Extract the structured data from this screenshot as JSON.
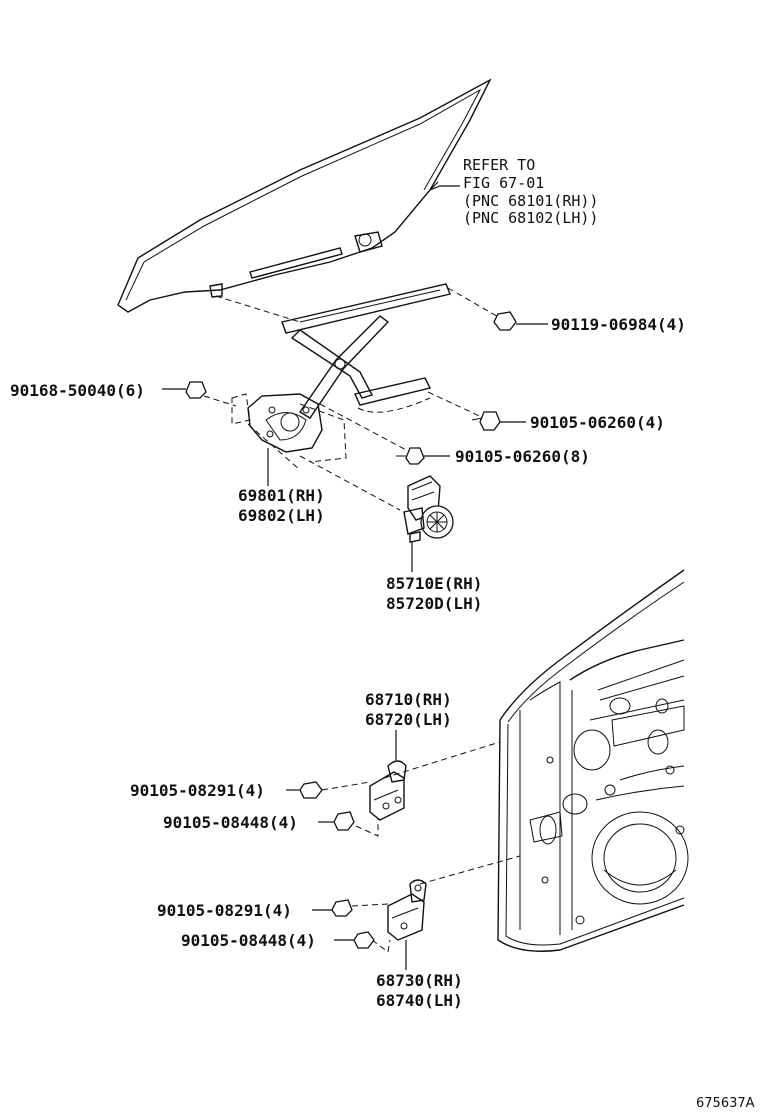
{
  "refer": {
    "line1": "REFER TO",
    "line2": "FIG 67-01",
    "line3": "(PNC 68101(RH))",
    "line4": "(PNC 68102(LH))"
  },
  "parts": {
    "p90119": "90119-06984(4)",
    "p90168": "90168-50040(6)",
    "p90105_a": "90105-06260(4)",
    "p90105_b": "90105-06260(8)",
    "p69801": "69801(RH)",
    "p69802": "69802(LH)",
    "p85710": "85710E(RH)",
    "p85720": "85720D(LH)",
    "p68710": "68710(RH)",
    "p68720": "68720(LH)",
    "p08291_a": "90105-08291(4)",
    "p08448_a": "90105-08448(4)",
    "p08291_b": "90105-08291(4)",
    "p08448_b": "90105-08448(4)",
    "p68730": "68730(RH)",
    "p68740": "68740(LH)"
  },
  "figure_id": "675637A"
}
